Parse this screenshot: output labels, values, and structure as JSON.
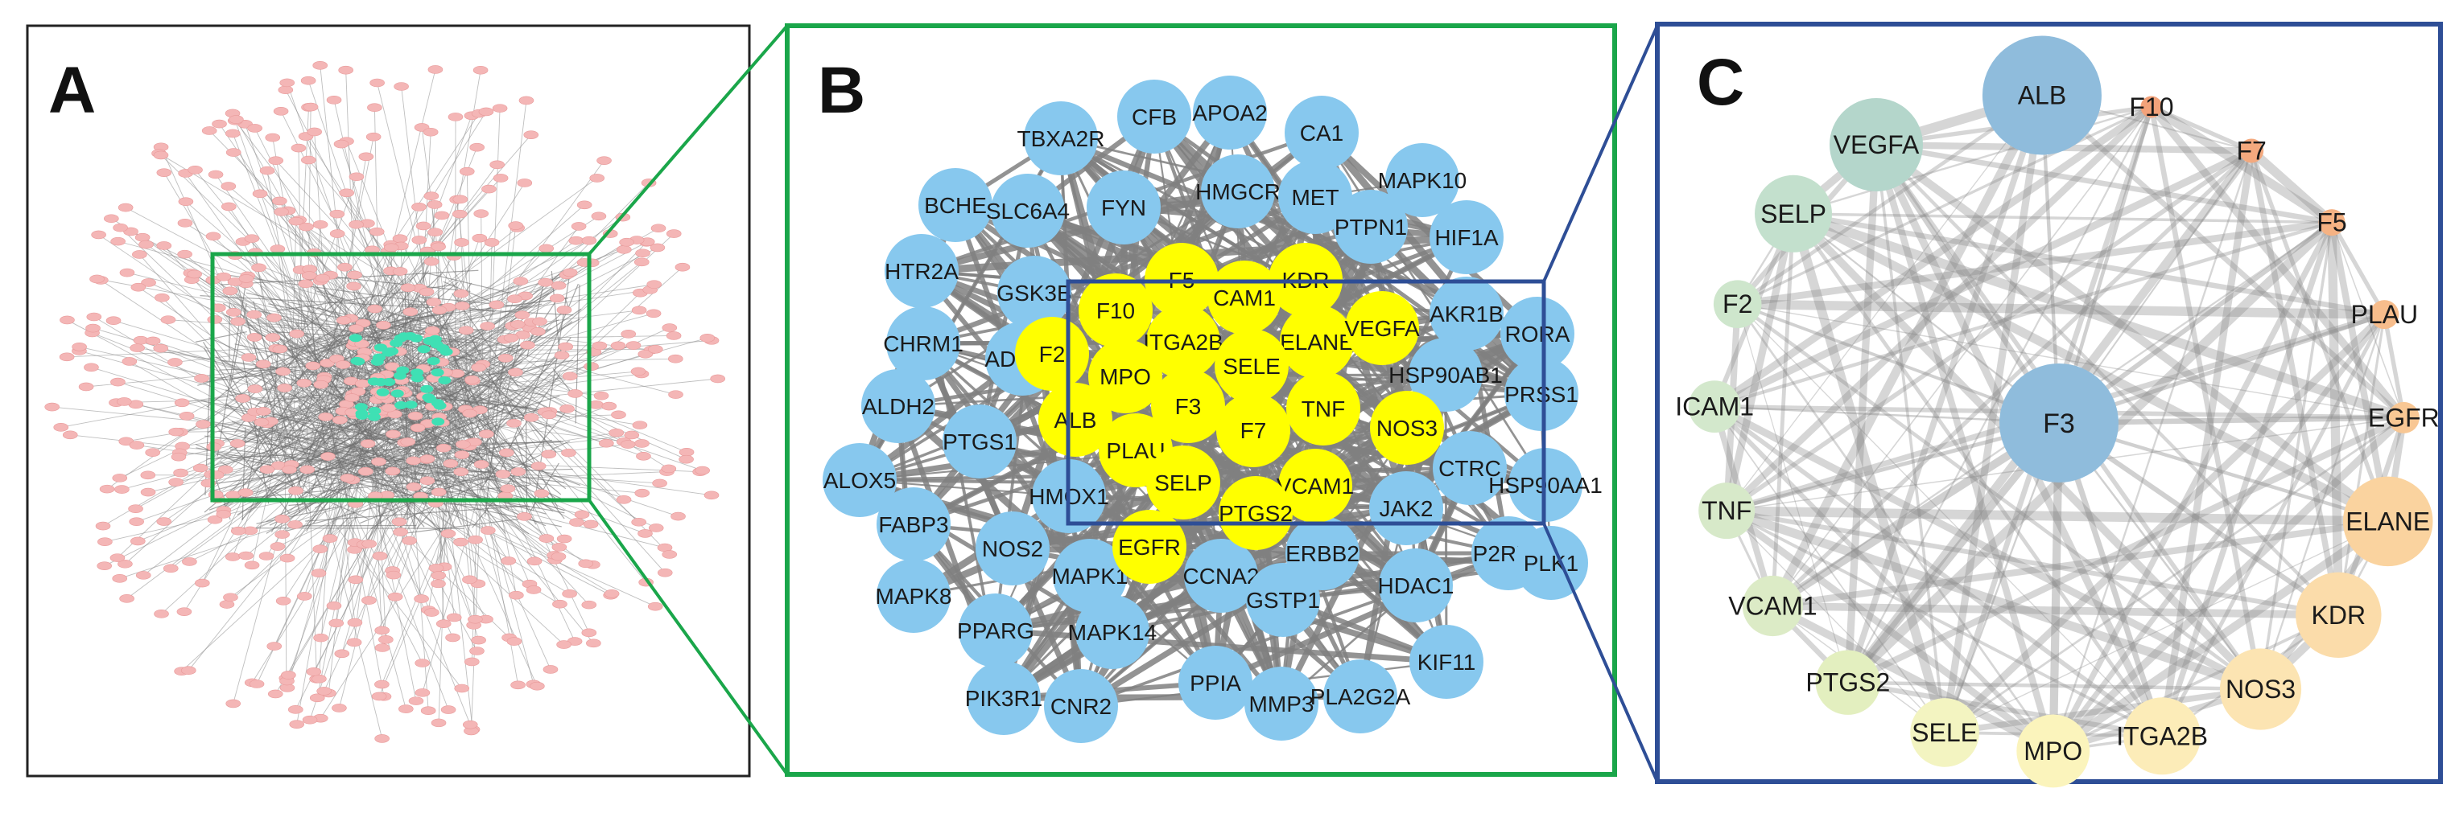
{
  "panels": {
    "a": {
      "letter": "A"
    },
    "b": {
      "letter": "B"
    },
    "c": {
      "letter": "C"
    }
  },
  "colors": {
    "panel_a_border": "#222222",
    "panel_b_border": "#1aa64a",
    "panel_c_border": "#2e4e96",
    "node_pink": "#f4b6b6",
    "node_teal": "#3fe0b4",
    "node_blue": "#87c8ee",
    "node_yellow": "#ffff00",
    "edge_gray": "#808080"
  },
  "panel_b": {
    "core_nodes": [
      "F5",
      "CAM1",
      "KDR",
      "F10",
      "ITGA2B",
      "ELANE",
      "VEGFA",
      "F2",
      "MPO",
      "SELE",
      "F3",
      "TNF",
      "NOS3",
      "ALB",
      "F7",
      "PLAU",
      "SELP",
      "VCAM1",
      "PTGS2",
      "EGFR"
    ],
    "outer_nodes": [
      "CFB",
      "APOA2",
      "CA1",
      "TBXA2R",
      "MAPK10",
      "BCHE",
      "SLC6A4",
      "FYN",
      "HMGCR",
      "MET",
      "PTPN1",
      "HIF1A",
      "HTR2A",
      "GSK3B",
      "AKR1B",
      "RORA",
      "CHRM1",
      "ADRB2",
      "HSP90AB1",
      "PRSS1",
      "ALDH2",
      "PTGS1",
      "ALOX5",
      "CTRC",
      "HSP90AA1",
      "FABP3",
      "HMOX1",
      "JAK2",
      "NOS2",
      "P2RX7",
      "PLK1",
      "MAPK8",
      "MAPK1",
      "CCNA2",
      "ERBB2",
      "GSTP1",
      "HDAC1",
      "PPARG",
      "MAPK14",
      "KIF11",
      "PIK3R1",
      "CNR2",
      "PPIA",
      "MMP3",
      "PLA2G2A"
    ]
  },
  "panel_c": {
    "center": "F3",
    "ring_nodes": [
      {
        "name": "ALB",
        "color": "#8fbcdc"
      },
      {
        "name": "F10",
        "color": "#f3a27a"
      },
      {
        "name": "F7",
        "color": "#f4a97e"
      },
      {
        "name": "F5",
        "color": "#f5b283"
      },
      {
        "name": "PLAU",
        "color": "#f7bd8c"
      },
      {
        "name": "EGFR",
        "color": "#f8c794"
      },
      {
        "name": "ELANE",
        "color": "#fad39f"
      },
      {
        "name": "KDR",
        "color": "#fbdcaa"
      },
      {
        "name": "NOS3",
        "color": "#fce4b2"
      },
      {
        "name": "ITGA2B",
        "color": "#fcecb8"
      },
      {
        "name": "MPO",
        "color": "#fbf4bc"
      },
      {
        "name": "SELE",
        "color": "#f3f4c1"
      },
      {
        "name": "PTGS2",
        "color": "#e3efbf"
      },
      {
        "name": "VCAM1",
        "color": "#dcebc6"
      },
      {
        "name": "TNF",
        "color": "#d7e9c9"
      },
      {
        "name": "ICAM1",
        "color": "#d3e8cc"
      },
      {
        "name": "F2",
        "color": "#cee6cc"
      },
      {
        "name": "SELP",
        "color": "#c3e0cd"
      },
      {
        "name": "VEGFA",
        "color": "#b4d6cb"
      }
    ]
  }
}
